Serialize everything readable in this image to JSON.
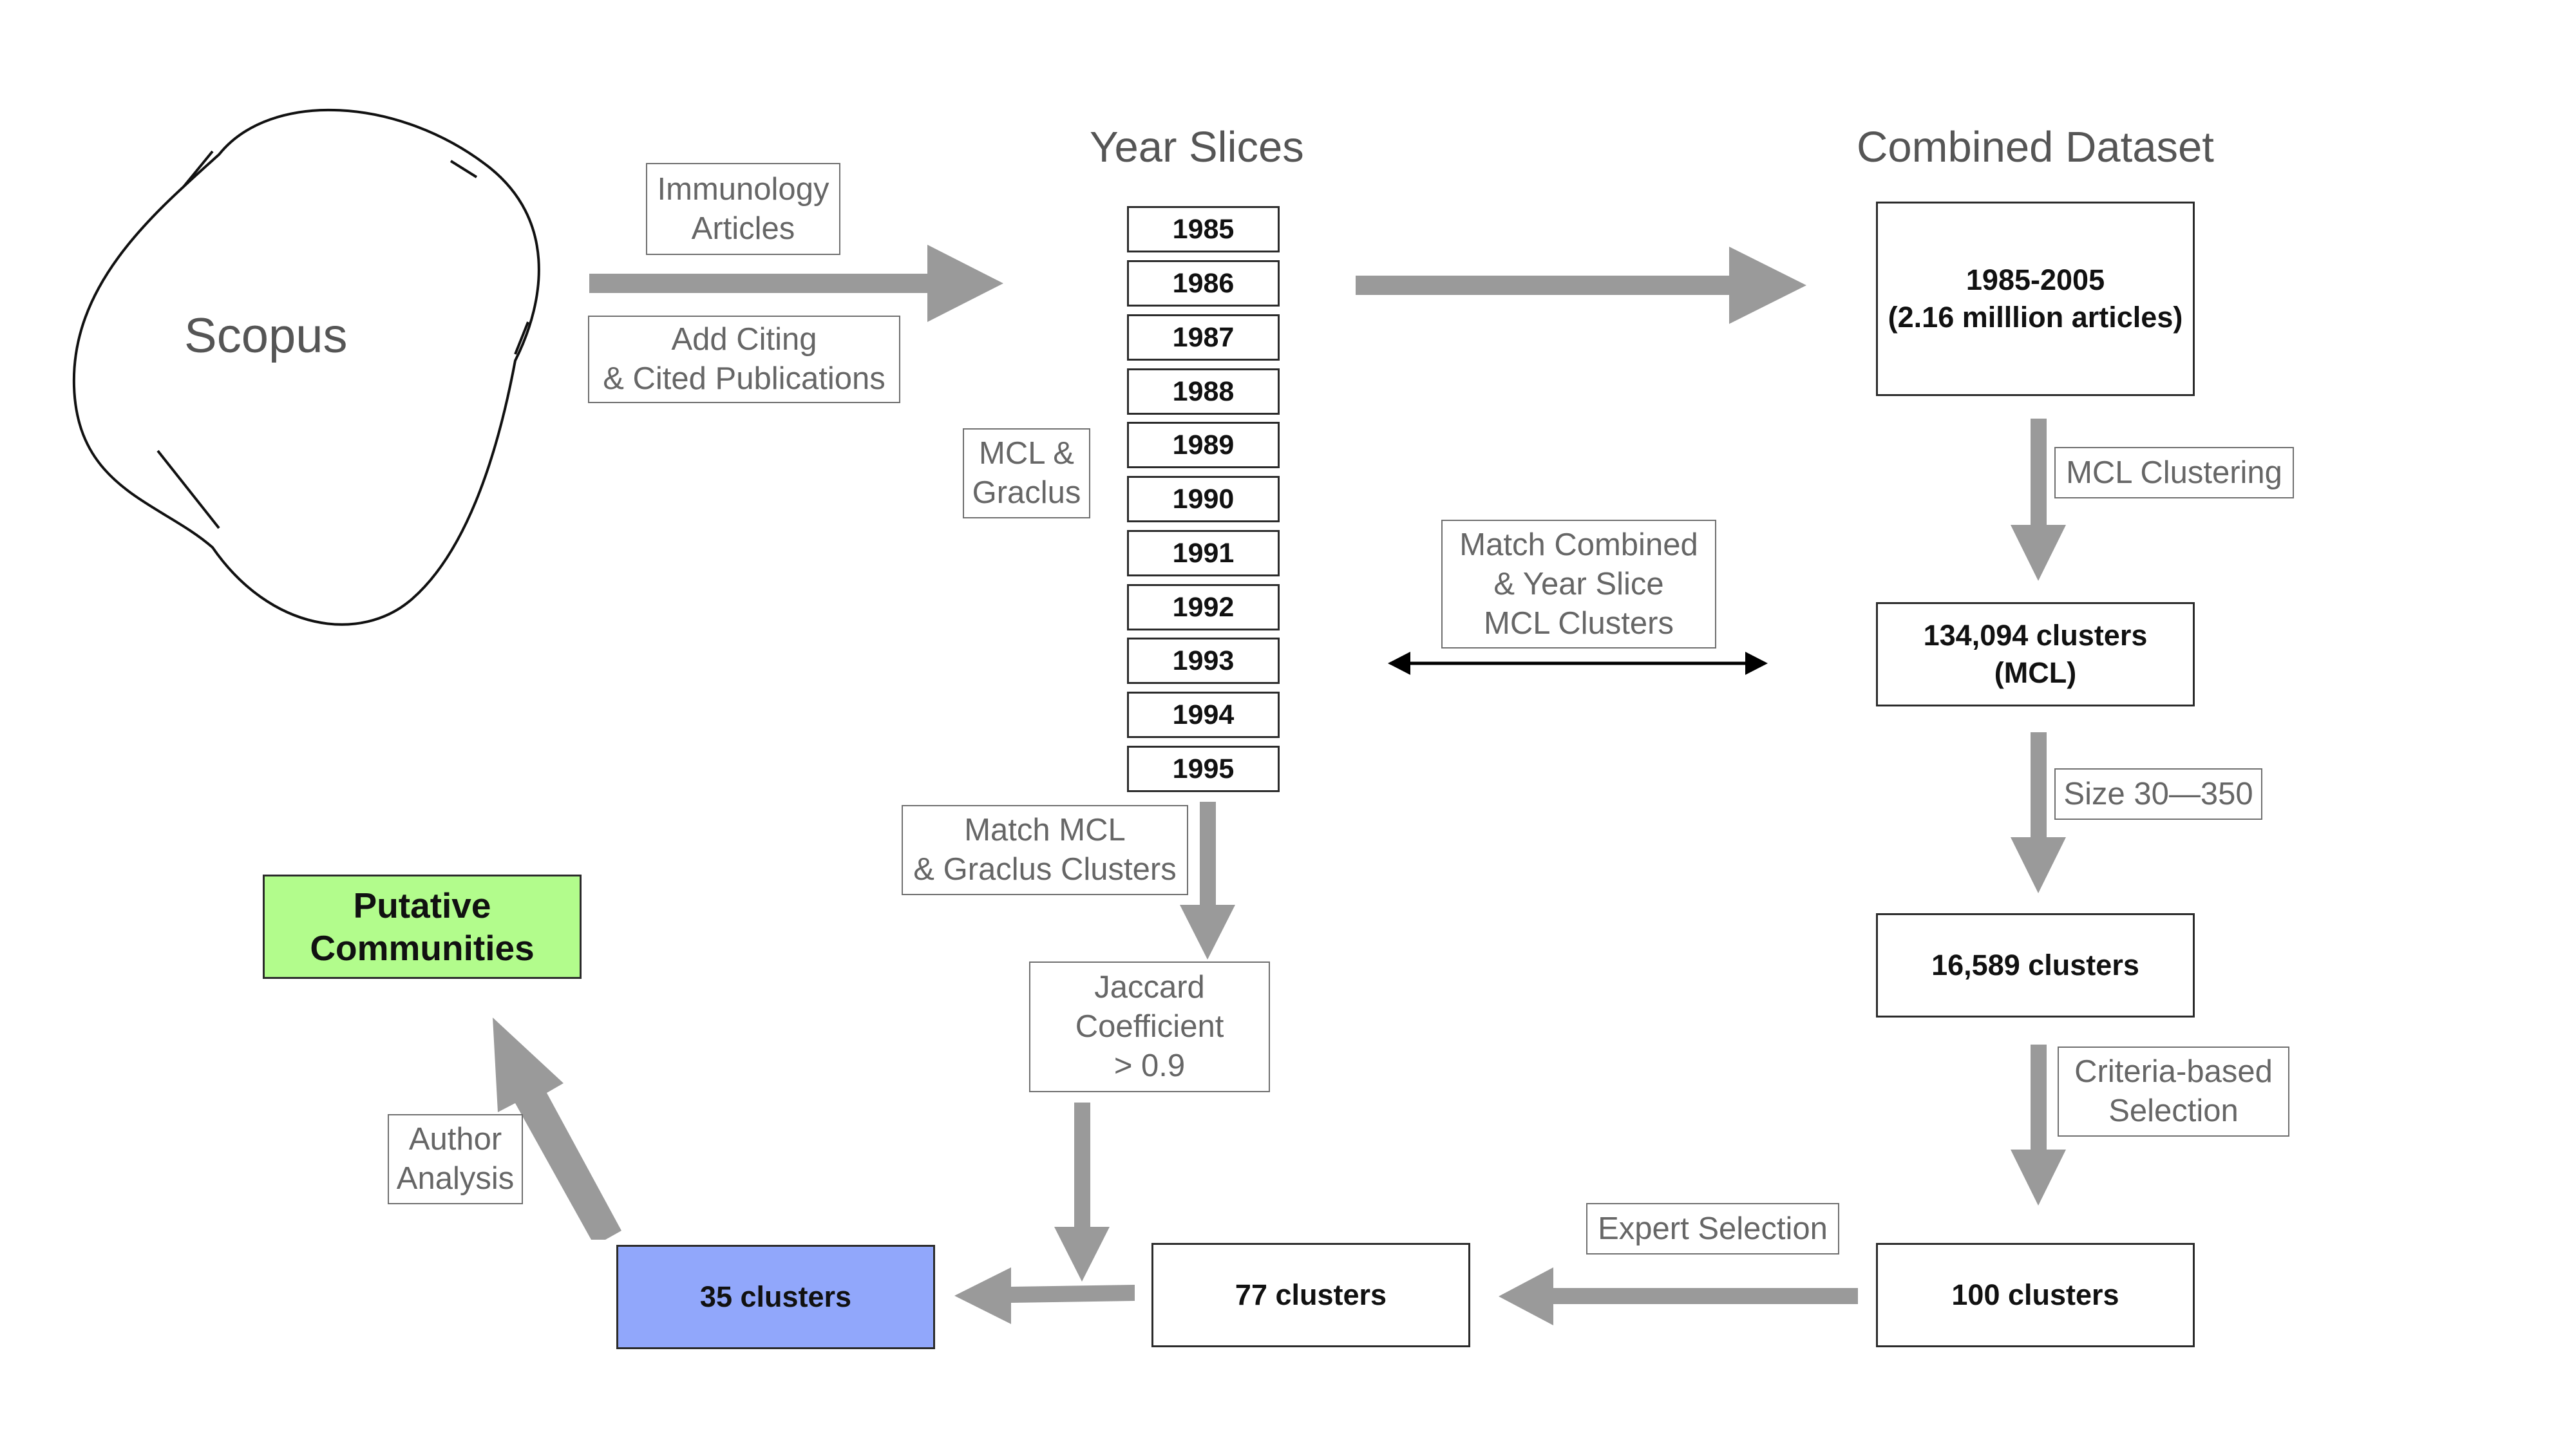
{
  "source": {
    "label": "Scopus"
  },
  "headings": {
    "year_slices": "Year Slices",
    "combined_dataset": "Combined Dataset"
  },
  "steps": {
    "immunology": "Immunology\nArticles",
    "add_citing": "Add Citing\n& Cited Publications",
    "mcl_graclus": "MCL &\nGraclus",
    "match_combined": "Match Combined\n& Year Slice\nMCL Clusters",
    "mcl_clustering": "MCL Clustering",
    "size_filter": "Size 30—350",
    "criteria": "Criteria-based\nSelection",
    "match_mcl_graclus": "Match MCL\n& Graclus Clusters",
    "jaccard": "Jaccard\nCoefficient\n> 0.9",
    "expert": "Expert Selection",
    "author": "Author\nAnalysis"
  },
  "years": [
    "1985",
    "1986",
    "1987",
    "1988",
    "1989",
    "1990",
    "1991",
    "1992",
    "1993",
    "1994",
    "1995"
  ],
  "nodes": {
    "combined": "1985-2005\n(2.16 milllion articles)",
    "mcl_clusters": "134,094 clusters\n(MCL)",
    "size_clusters": "16,589 clusters",
    "hundred": "100 clusters",
    "seventy_seven": "77 clusters",
    "thirty_five": "35 clusters",
    "putative": "Putative\nCommunities"
  },
  "colors": {
    "arrow": "#9a9a9a",
    "putative": "#b2fc8c",
    "final_clusters": "#91a7fb",
    "double_arrow": "#000000"
  }
}
